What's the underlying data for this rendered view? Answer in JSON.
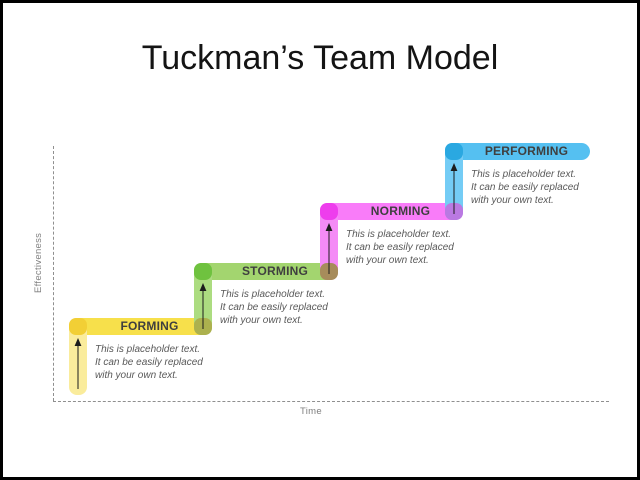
{
  "title": "Tuckman’s Team Model",
  "axes": {
    "y_label": "Effectiveness",
    "x_label": "Time"
  },
  "placeholder_text": "This is placeholder text.\nIt can be easily replaced\nwith your own text.",
  "steps": [
    {
      "label": "FORMING",
      "description": "This is placeholder text.\nIt can be easily replaced\nwith your own text.",
      "colors": {
        "bar": "#F7E04B",
        "column": "#FAEC9C",
        "cap": "#F2CF35"
      }
    },
    {
      "label": "STORMING",
      "description": "This is placeholder text.\nIt can be easily replaced\nwith your own text.",
      "colors": {
        "bar": "#A3D56F",
        "column": "#ACDC80",
        "cap": "#6FC23F",
        "overlap": "#ACB14E"
      }
    },
    {
      "label": "NORMING",
      "description": "This is placeholder text.\nIt can be easily replaced\nwith your own text.",
      "colors": {
        "bar": "#F97CF9",
        "column": "#F48BF6",
        "cap": "#EE3DED",
        "overlap": "#A78C5B"
      }
    },
    {
      "label": "PERFORMING",
      "description": "This is placeholder text.\nIt can be easily replaced\nwith your own text.",
      "colors": {
        "bar": "#55C0F1",
        "column": "#74CCF5",
        "cap": "#2AA8E1",
        "overlap": "#BA79E2"
      }
    }
  ],
  "arrow_color": "#1c1c1c",
  "axis_line_color": "#8f8f8f",
  "background_color": "#ffffff"
}
